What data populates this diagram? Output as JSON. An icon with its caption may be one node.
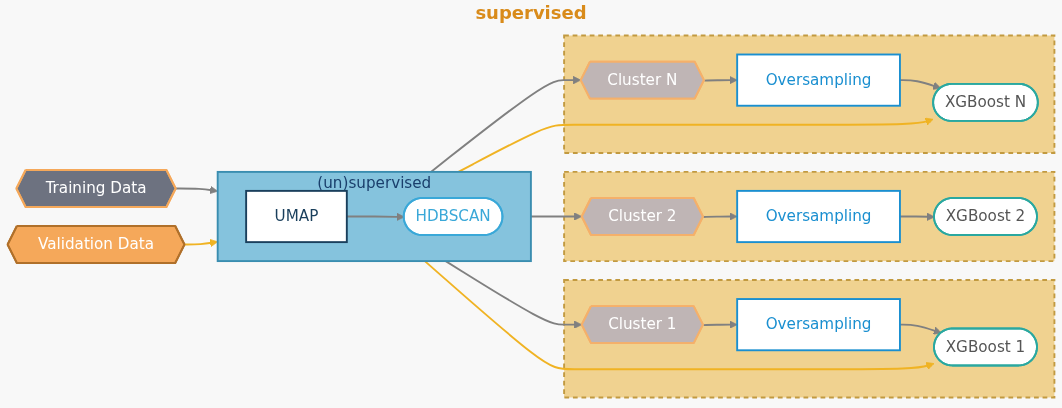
{
  "diagram": {
    "nodes": [
      {
        "text": [
          "Training Data"
        ]
      },
      {
        "text": [
          "Validation Data"
        ]
      },
      {
        "text": [
          "(un)supervised"
        ]
      },
      {
        "text": [
          "UMAP"
        ],
        "in": 2
      },
      {
        "text": [
          "HDBSCAN"
        ],
        "in": 2
      },
      {
        "text": [],
        "shape": "box"
      },
      {
        "text": [
          "Cluster 1"
        ],
        "in": 5
      },
      {
        "text": [
          "Oversampling"
        ],
        "in": 5
      },
      {
        "text": [
          "XGBoost 1"
        ],
        "in": 5
      },
      {
        "text": [],
        "shape": "box"
      },
      {
        "text": [
          "Cluster 2"
        ],
        "in": 9
      },
      {
        "text": [
          "Oversampling"
        ],
        "in": 9
      },
      {
        "text": [
          "XGBoost 2"
        ],
        "in": 9
      },
      {
        "text": [],
        "shape": "box"
      },
      {
        "text": [
          "Cluster N"
        ],
        "in": 13
      },
      {
        "text": [
          "Oversampling"
        ],
        "in": 13
      },
      {
        "text": [
          "XGBoost N"
        ],
        "in": 13
      }
    ],
    "edges": [
      {
        "from": 0,
        "to": 2,
        "arrow": "to"
      },
      {
        "from": 1,
        "to": 2,
        "arrow": "to",
        "color": "#f0b323"
      },
      {
        "from": 3,
        "to": 4,
        "arrow": "to"
      },
      {
        "from": 2,
        "to": 6,
        "arrow": "to"
      },
      {
        "from": 2,
        "to": 10,
        "arrow": "to"
      },
      {
        "from": 2,
        "to": 14,
        "arrow": "to"
      },
      {
        "from": 6,
        "to": 7,
        "arrow": "to"
      },
      {
        "from": 7,
        "to": 8,
        "arrow": "to"
      },
      {
        "from": 10,
        "to": 11,
        "arrow": "to"
      },
      {
        "from": 11,
        "to": 12,
        "arrow": "to"
      },
      {
        "from": 14,
        "to": 15,
        "arrow": "to"
      },
      {
        "from": 15,
        "to": 16,
        "arrow": "to"
      },
      {
        "from": 2,
        "to": 8,
        "arrow": "to",
        "color": "#f0b323"
      },
      {
        "from": 2,
        "to": 16,
        "arrow": "to",
        "color": "#f0b323"
      }
    ],
    "labels": [
      "supervised"
    ]
  }
}
